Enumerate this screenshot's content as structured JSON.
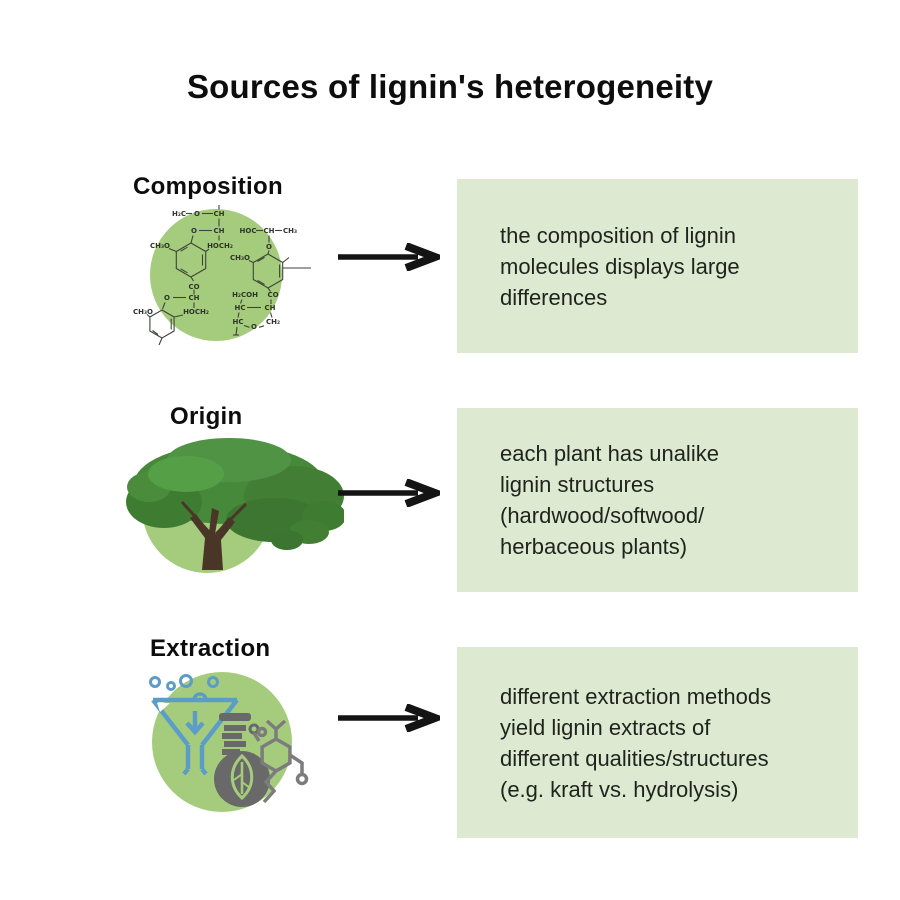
{
  "title": "Sources of lignin's heterogeneity",
  "colors": {
    "page_bg": "#ffffff",
    "circle_green": "#a4cc7c",
    "box_green": "#dde9d0",
    "heading_black": "#0d0d0d",
    "body_text": "#1e241d",
    "arrow_black": "#141414",
    "funnel_blue": "#5b9dc7",
    "flask_gray": "#696969",
    "molecule_gray": "#7c7c7c",
    "chem_line": "#3e443a",
    "chem_text": "#2e342b",
    "leaf_green": "#a4cc7c",
    "trunk_brown": "#4a3627"
  },
  "rows": [
    {
      "label": "Composition",
      "icon": "lignin-molecule-icon",
      "description": "the composition of lignin\nmolecules displays large\ndifferences"
    },
    {
      "label": "Origin",
      "icon": "tree-icon",
      "description": "each plant has unalike\nlignin structures\n(hardwood/softwood/\nherbaceous plants)"
    },
    {
      "label": "Extraction",
      "icon": "funnel-flask-molecule-icon",
      "description": "different extraction methods\nyield lignin extracts of\ndifferent qualities/structures\n(e.g. kraft vs. hydrolysis)"
    }
  ],
  "chem": [
    "H₂C",
    "O",
    "CH",
    "O",
    "CH",
    "CH₃O",
    "HOCH₂",
    "CO",
    "O",
    "CH",
    "CH₃O",
    "HOCH₂",
    "HOC",
    "CH",
    "CH₃",
    "O",
    "CH₃O",
    "H₂COH",
    "CO",
    "HC",
    "CH",
    "HC",
    "O",
    "CH₂"
  ],
  "icons": {
    "arrow": "arrow-right-icon",
    "composition": "lignin-molecule-icon",
    "origin": "tree-icon",
    "extraction": "funnel-flask-molecule-icon"
  }
}
